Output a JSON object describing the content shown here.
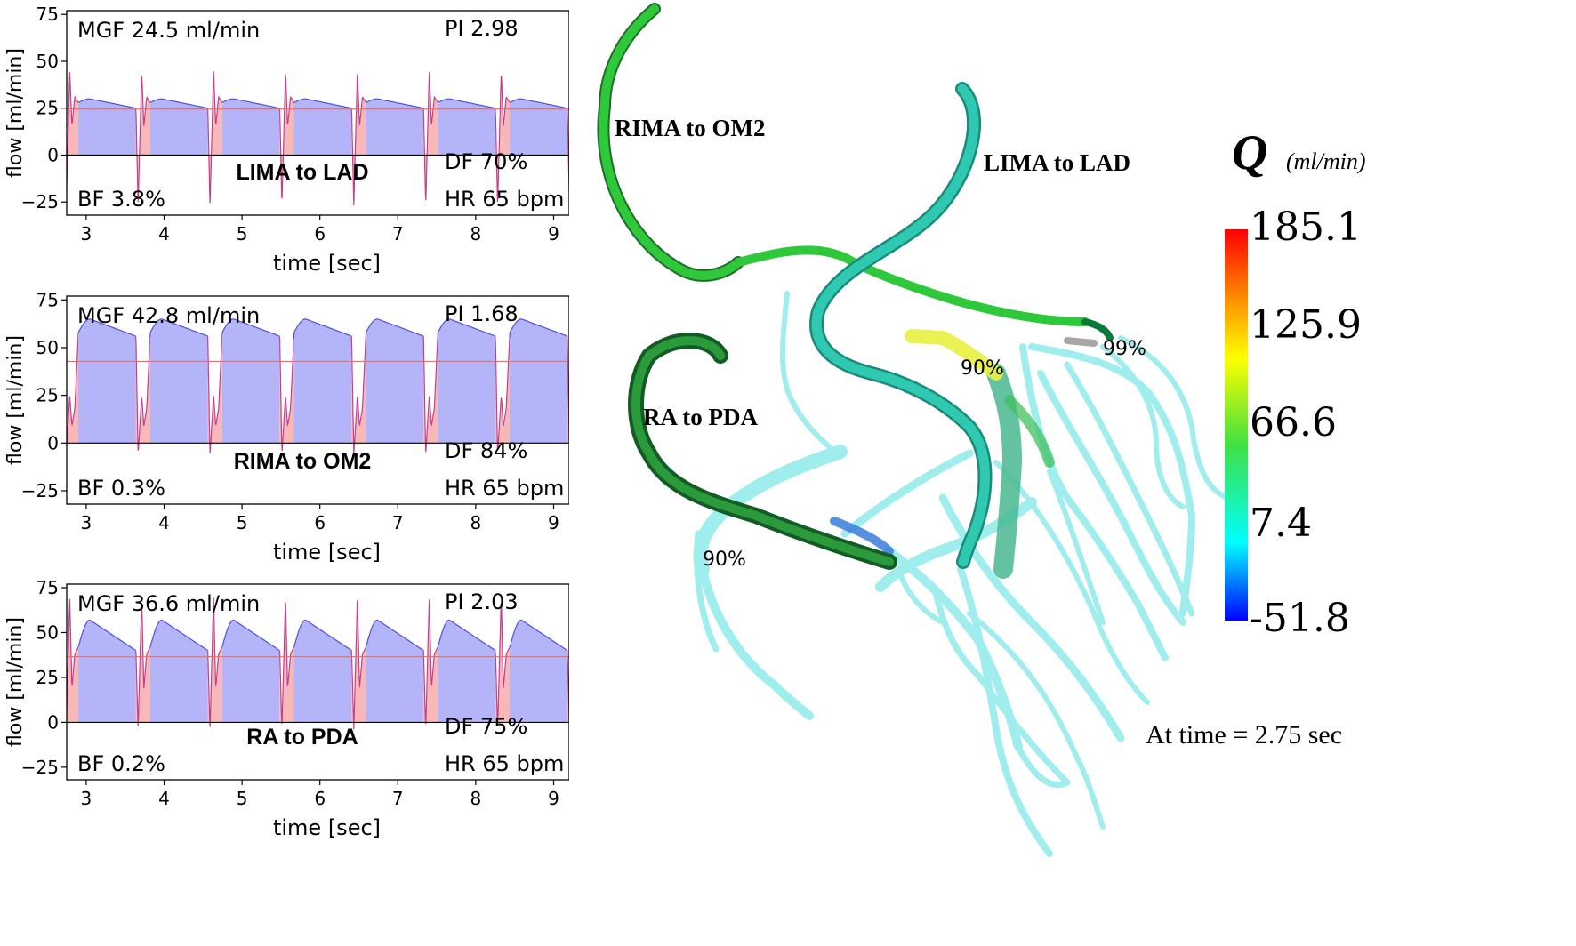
{
  "chart_data": [
    {
      "type": "area",
      "title": "LIMA to LAD",
      "xlabel": "time [sec]",
      "ylabel": "flow [ml/min]",
      "xlim": [
        2.75,
        9.2
      ],
      "ylim": [
        -32,
        77
      ],
      "x_ticks": [
        3,
        4,
        5,
        6,
        7,
        8,
        9
      ],
      "y_ticks": [
        -25,
        0,
        25,
        50,
        75
      ],
      "annotations": {
        "mgf": "MGF 24.5 ml/min",
        "pi": "PI 2.98",
        "df": "DF 70%",
        "bf": "BF 3.8%",
        "hr": "HR 65 bpm"
      },
      "mean_flow": 24.5,
      "cycle_period": 0.923,
      "first_cycle_start": 2.9,
      "cycle_profile": {
        "diastolic_start": 28,
        "diastolic_peak": 30,
        "diastolic_end": 25,
        "systolic_dip": -27,
        "systolic_peak": 45,
        "systolic_second": 31
      },
      "series": [
        {
          "role": "diastolic",
          "color": "#b4b4f8",
          "edge": "#5050d8"
        },
        {
          "role": "systolic",
          "color": "#f8b8b8",
          "edge": "#c04090"
        }
      ],
      "grid": false
    },
    {
      "type": "area",
      "title": "RIMA to OM2",
      "xlabel": "time [sec]",
      "ylabel": "flow [ml/min]",
      "xlim": [
        2.75,
        9.2
      ],
      "ylim": [
        -32,
        77
      ],
      "x_ticks": [
        3,
        4,
        5,
        6,
        7,
        8,
        9
      ],
      "y_ticks": [
        -25,
        0,
        25,
        50,
        75
      ],
      "annotations": {
        "mgf": "MGF 42.8 ml/min",
        "pi": "PI 1.68",
        "df": "DF 84%",
        "bf": "BF 0.3%",
        "hr": "HR 65 bpm"
      },
      "mean_flow": 42.8,
      "cycle_period": 0.923,
      "first_cycle_start": 2.9,
      "cycle_profile": {
        "diastolic_start": 58,
        "diastolic_peak": 65,
        "diastolic_end": 56,
        "systolic_dip": -6,
        "systolic_peak": 25,
        "systolic_second": 18
      },
      "series": [
        {
          "role": "diastolic",
          "color": "#b4b4f8",
          "edge": "#5050d8"
        },
        {
          "role": "systolic",
          "color": "#f8b8b8",
          "edge": "#c04090"
        }
      ],
      "grid": false
    },
    {
      "type": "area",
      "title": "RA to PDA",
      "xlabel": "time [sec]",
      "ylabel": "flow [ml/min]",
      "xlim": [
        2.75,
        9.2
      ],
      "ylim": [
        -32,
        77
      ],
      "x_ticks": [
        3,
        4,
        5,
        6,
        7,
        8,
        9
      ],
      "y_ticks": [
        -25,
        0,
        25,
        50,
        75
      ],
      "annotations": {
        "mgf": "MGF 36.6 ml/min",
        "pi": "PI 2.03",
        "df": "DF 75%",
        "bf": "BF 0.2%",
        "hr": "HR 65 bpm"
      },
      "mean_flow": 36.6,
      "cycle_period": 0.923,
      "first_cycle_start": 2.9,
      "cycle_profile": {
        "diastolic_start": 42,
        "diastolic_peak": 57,
        "diastolic_end": 40,
        "systolic_dip": -4,
        "systolic_peak": 70,
        "systolic_second": 38
      },
      "series": [
        {
          "role": "diastolic",
          "color": "#b4b4f8",
          "edge": "#5050d8"
        },
        {
          "role": "systolic",
          "color": "#f8b8b8",
          "edge": "#c04090"
        }
      ],
      "grid": false
    }
  ],
  "model": {
    "labels": {
      "rima": "RIMA to OM2",
      "lima": "LIMA to LAD",
      "ra": "RA to PDA"
    },
    "stenoses": [
      "90%",
      "99%",
      "90%"
    ],
    "time_label": "At time = 2.75 sec",
    "colors": {
      "rima_graft": "#2fc83a",
      "lima_graft": "#2fb8a0",
      "ra_graft": "#1f8a3a",
      "native": "#7fe8e8"
    }
  },
  "colorbar": {
    "symbol": "Q",
    "unit": "(ml/min)",
    "ticks": [
      "185.1",
      "125.9",
      "66.6",
      "7.4",
      "-51.8"
    ],
    "colors": [
      "#ff0000",
      "#ffa000",
      "#ffff00",
      "#40e040",
      "#00ffff",
      "#0000ff"
    ]
  }
}
